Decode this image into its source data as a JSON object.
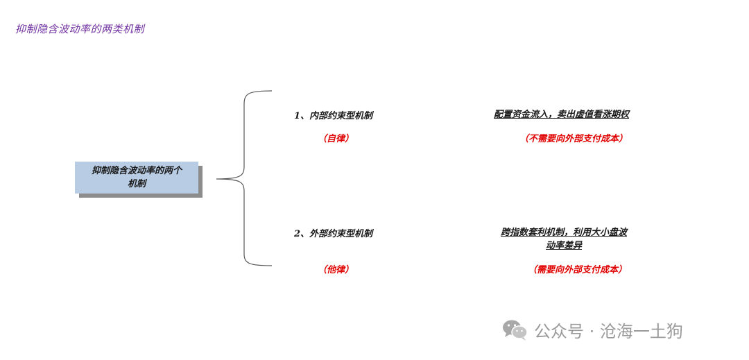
{
  "title": "抑制隐含波动率的两类机制",
  "center_box": {
    "line1": "抑制隐含波动率的两个",
    "line2": "机制"
  },
  "branches": [
    {
      "label": "1、内部约束型机制",
      "tag": "（自律）",
      "desc_lines": [
        "配置资金流入，卖出虚值看涨期权"
      ],
      "cost": "（不需要向外部支付成本）"
    },
    {
      "label": "2、外部约束型机制",
      "tag": "（他律）",
      "desc_lines": [
        "跨指数套利机制，利用大小盘波",
        "动率差异"
      ],
      "cost": "（需要向外部支付成本）"
    }
  ],
  "watermark": {
    "text": "公众号 · 沧海一土狗",
    "icon": "wechat-icon"
  }
}
